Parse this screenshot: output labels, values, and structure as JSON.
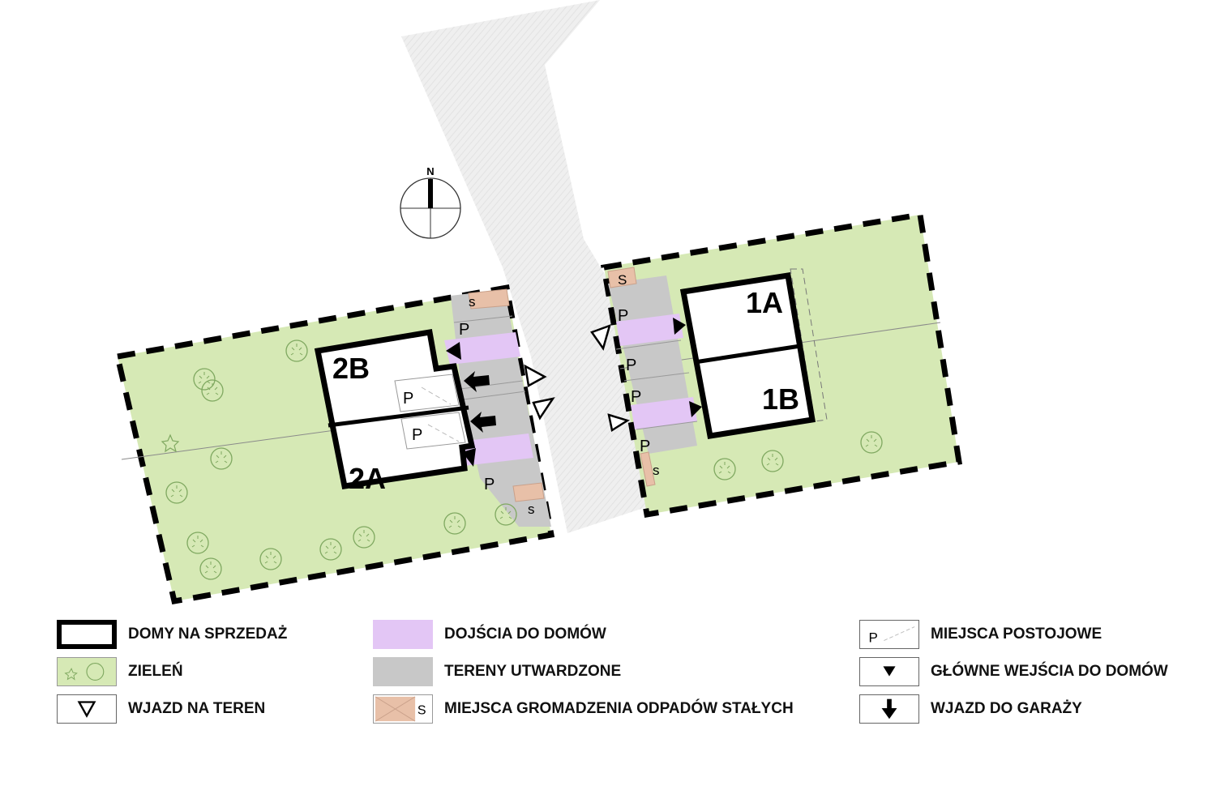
{
  "plan": {
    "compass_letter": "N",
    "houses": [
      "1A",
      "1B",
      "2A",
      "2B"
    ],
    "parking_label": "P",
    "waste_label": "S",
    "waste_label_small": "s"
  },
  "legend": {
    "houses_for_sale": "DOMY NA SPRZEDAŻ",
    "greenery": "ZIELEŃ",
    "site_entry": "WJAZD NA TEREN",
    "walkways": "DOJŚCIA DO DOMÓW",
    "paved_areas": "TERENY UTWARDZONE",
    "waste_collection": "MIEJSCA GROMADZENIA ODPADÓW STAŁYCH",
    "parking_spaces": "MIEJSCA POSTOJOWE",
    "main_entrances": "GŁÓWNE WEJŚCIA DO DOMÓW",
    "garage_entry": "WJAZD DO GARAŻY"
  },
  "colors": {
    "greenery": "#d6e9b5",
    "walkway": "#e3c6f5",
    "paved": "#c8c8c8",
    "waste": "#e8c0a8",
    "road": "#efefef",
    "outline": "#000000"
  }
}
